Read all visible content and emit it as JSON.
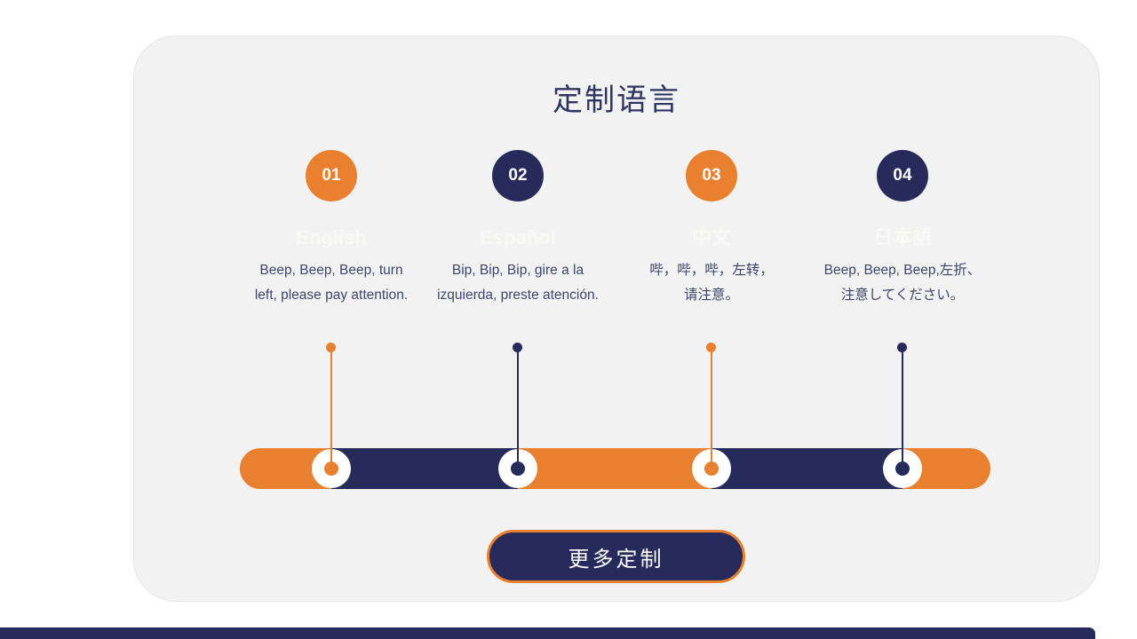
{
  "colors": {
    "orange": "#E8802F",
    "navy": "#272B5C",
    "card_background": "#F2F2F2",
    "page_background": "#FFFFFF",
    "title_text": "#2F3561",
    "body_text": "#3E4569",
    "faint_heading": "#F8F8F5",
    "button_border": "#E8802F",
    "button_fill": "#272B5C"
  },
  "section": {
    "title": "定制语言"
  },
  "steps": [
    {
      "number": "01",
      "color": "orange",
      "language": "English",
      "description_line1": "Beep, Beep, Beep, turn",
      "description_line2": "left, please pay attention."
    },
    {
      "number": "02",
      "color": "navy",
      "language": "Español",
      "description_line1": "Bip, Bip, Bip, gire a la",
      "description_line2": "izquierda, preste atención."
    },
    {
      "number": "03",
      "color": "orange",
      "language": "中文",
      "description_line1": "哔，哔，哔，左转，",
      "description_line2": "请注意。"
    },
    {
      "number": "04",
      "color": "navy",
      "language": "日本語",
      "description_line1": "Beep, Beep, Beep,左折、",
      "description_line2": "注意してください。"
    }
  ],
  "button": {
    "label": "更多定制"
  }
}
